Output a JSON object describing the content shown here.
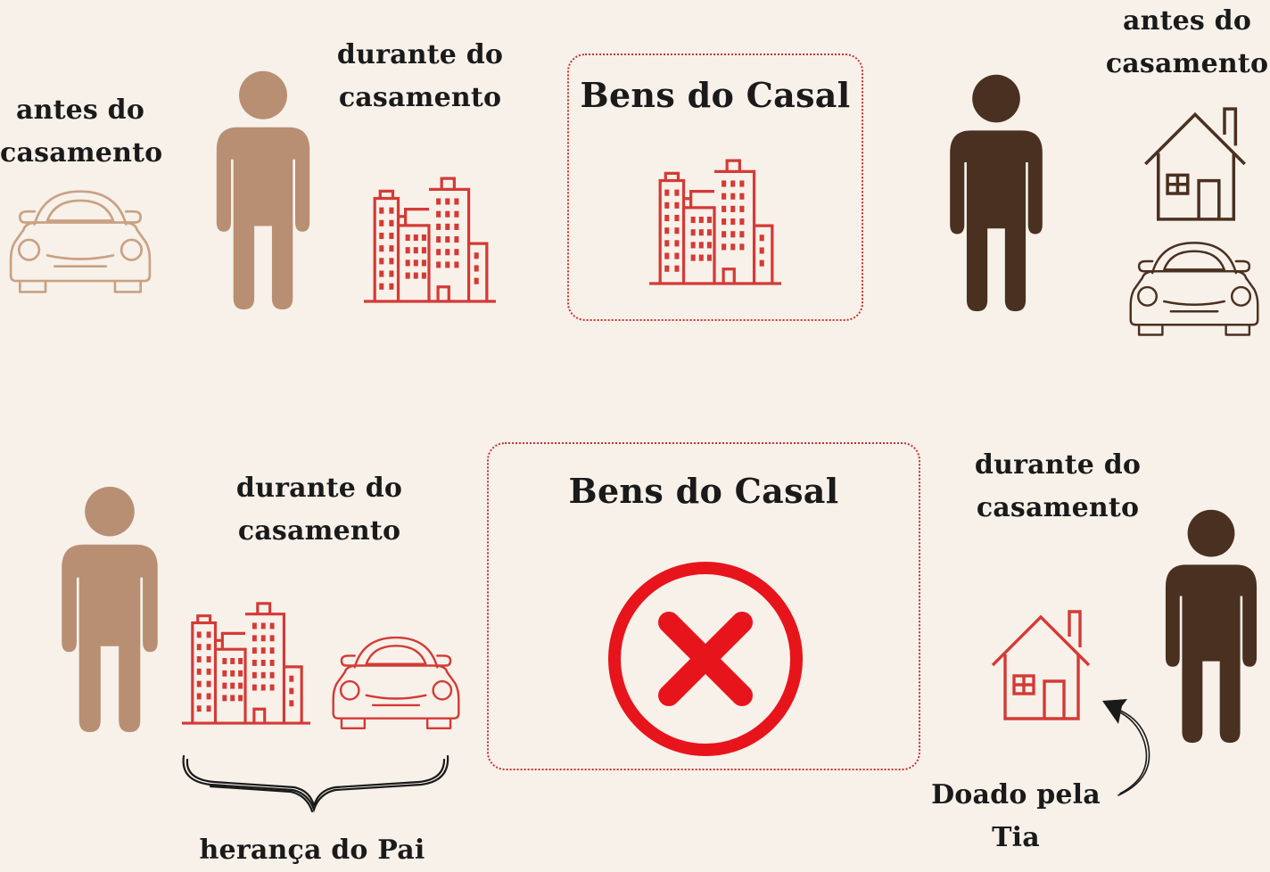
{
  "colors": {
    "background": "#f7f1ea",
    "partner_a": "#b88f73",
    "partner_b": "#4a3020",
    "asset_red": "#d43a35",
    "reject_red": "#e8141c",
    "box_border": "#c8332d",
    "text": "#1a1a1a"
  },
  "top": {
    "left_person": {
      "before_label_1": "antes do",
      "before_label_2": "casamento",
      "before_asset_icon": "car-icon",
      "during_label_1": "durante do",
      "during_label_2": "casamento",
      "during_asset_icon": "buildings-icon"
    },
    "center": {
      "title": "Bens do Casal",
      "asset_icon": "buildings-icon"
    },
    "right_person": {
      "before_label_1": "antes do",
      "before_label_2": "casamento",
      "before_asset_icons": [
        "house-icon",
        "car-icon"
      ]
    }
  },
  "bottom": {
    "left_person": {
      "during_label_1": "durante do",
      "during_label_2": "casamento",
      "asset_icons": [
        "buildings-icon",
        "car-icon"
      ],
      "brace_label": "herança do Pai"
    },
    "center": {
      "title": "Bens do Casal",
      "status_icon": "x-circle-icon"
    },
    "right_person": {
      "during_label_1": "durante do",
      "during_label_2": "casamento",
      "asset_icon": "house-icon",
      "arrow_label": "Doado pela Tia"
    }
  }
}
